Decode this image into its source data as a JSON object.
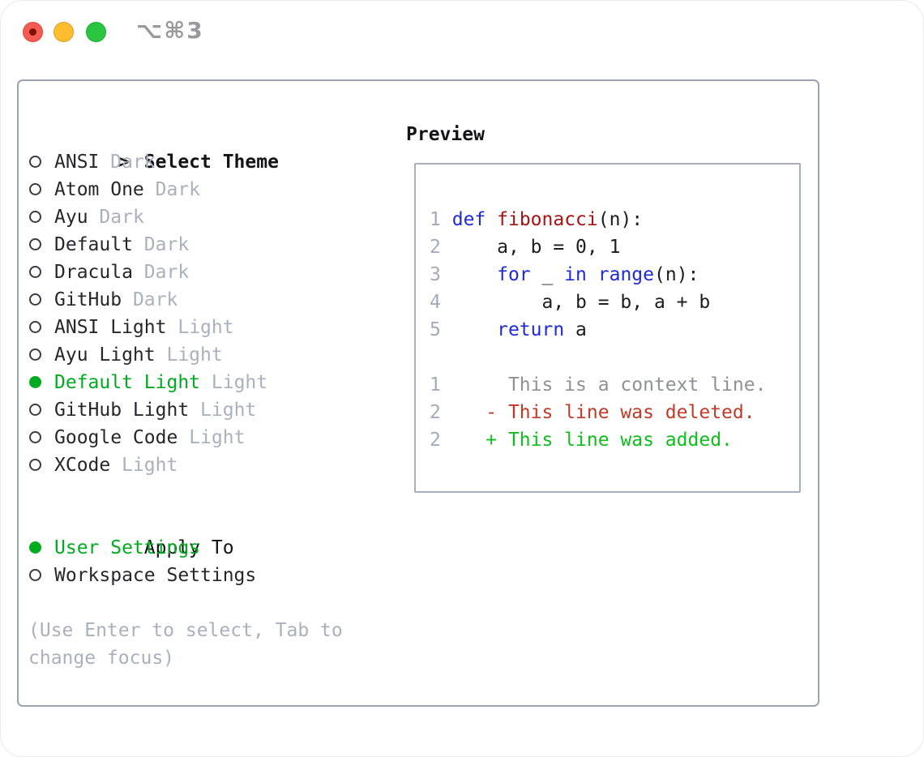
{
  "window": {
    "shortcut_label": "⌥⌘3",
    "traffic_lights": [
      "close",
      "minimize",
      "zoom"
    ]
  },
  "theme_picker": {
    "prompt": ">",
    "title": "Select Theme",
    "items": [
      {
        "name": "ANSI",
        "tag": "Dark",
        "selected": false
      },
      {
        "name": "Atom One",
        "tag": "Dark",
        "selected": false
      },
      {
        "name": "Ayu",
        "tag": "Dark",
        "selected": false
      },
      {
        "name": "Default",
        "tag": "Dark",
        "selected": false
      },
      {
        "name": "Dracula",
        "tag": "Dark",
        "selected": false
      },
      {
        "name": "GitHub",
        "tag": "Dark",
        "selected": false
      },
      {
        "name": "ANSI Light",
        "tag": "Light",
        "selected": false
      },
      {
        "name": "Ayu Light",
        "tag": "Light",
        "selected": false
      },
      {
        "name": "Default Light",
        "tag": "Light",
        "selected": true
      },
      {
        "name": "GitHub Light",
        "tag": "Light",
        "selected": false
      },
      {
        "name": "Google Code",
        "tag": "Light",
        "selected": false
      },
      {
        "name": "XCode",
        "tag": "Light",
        "selected": false
      }
    ]
  },
  "apply_to": {
    "title": "Apply To",
    "items": [
      {
        "name": "User Settings",
        "selected": true
      },
      {
        "name": "Workspace Settings",
        "selected": false
      }
    ]
  },
  "hint_lines": [
    "(Use Enter to select, Tab to",
    "change focus)"
  ],
  "preview": {
    "title": "Preview",
    "lines": [
      [],
      [
        {
          "t": "1",
          "c": "num"
        },
        {
          "t": " ",
          "c": "plain"
        },
        {
          "t": "def",
          "c": "kw"
        },
        {
          "t": " ",
          "c": "plain"
        },
        {
          "t": "fibonacci",
          "c": "fn"
        },
        {
          "t": "(n):",
          "c": "plain"
        }
      ],
      [
        {
          "t": "2",
          "c": "num"
        },
        {
          "t": "     a, b = 0, 1",
          "c": "plain"
        }
      ],
      [
        {
          "t": "3",
          "c": "num"
        },
        {
          "t": "     ",
          "c": "plain"
        },
        {
          "t": "for",
          "c": "kw"
        },
        {
          "t": " _ ",
          "c": "plain"
        },
        {
          "t": "in",
          "c": "kw"
        },
        {
          "t": " ",
          "c": "plain"
        },
        {
          "t": "range",
          "c": "kw"
        },
        {
          "t": "(n):",
          "c": "plain"
        }
      ],
      [
        {
          "t": "4",
          "c": "num"
        },
        {
          "t": "         a, b = b, a + b",
          "c": "plain"
        }
      ],
      [
        {
          "t": "5",
          "c": "num"
        },
        {
          "t": "     ",
          "c": "plain"
        },
        {
          "t": "return",
          "c": "kw"
        },
        {
          "t": " a",
          "c": "plain"
        }
      ],
      [],
      [
        {
          "t": "1",
          "c": "num"
        },
        {
          "t": "      This is a context line.",
          "c": "ctx"
        }
      ],
      [
        {
          "t": "2",
          "c": "num"
        },
        {
          "t": "    ",
          "c": "plain"
        },
        {
          "t": "- This line was deleted.",
          "c": "del"
        }
      ],
      [
        {
          "t": "2",
          "c": "num"
        },
        {
          "t": "    ",
          "c": "plain"
        },
        {
          "t": "+ This line was added.",
          "c": "add"
        }
      ]
    ]
  },
  "colors": {
    "accent_green": "#00ab20",
    "added_green": "#0fbe1d",
    "deleted_red": "#c23a28",
    "keyword_blue": "#1e2ad9",
    "function_red": "#a31515",
    "text_dark": "#26262c",
    "muted_gray": "#a9b1bd",
    "line_number_gray": "#a3abb8",
    "context_gray": "#8f9197",
    "border_gray": "#9aa3ae",
    "traffic_red": "#f45c52",
    "traffic_yellow": "#fcbd2f",
    "traffic_green": "#29c440"
  }
}
